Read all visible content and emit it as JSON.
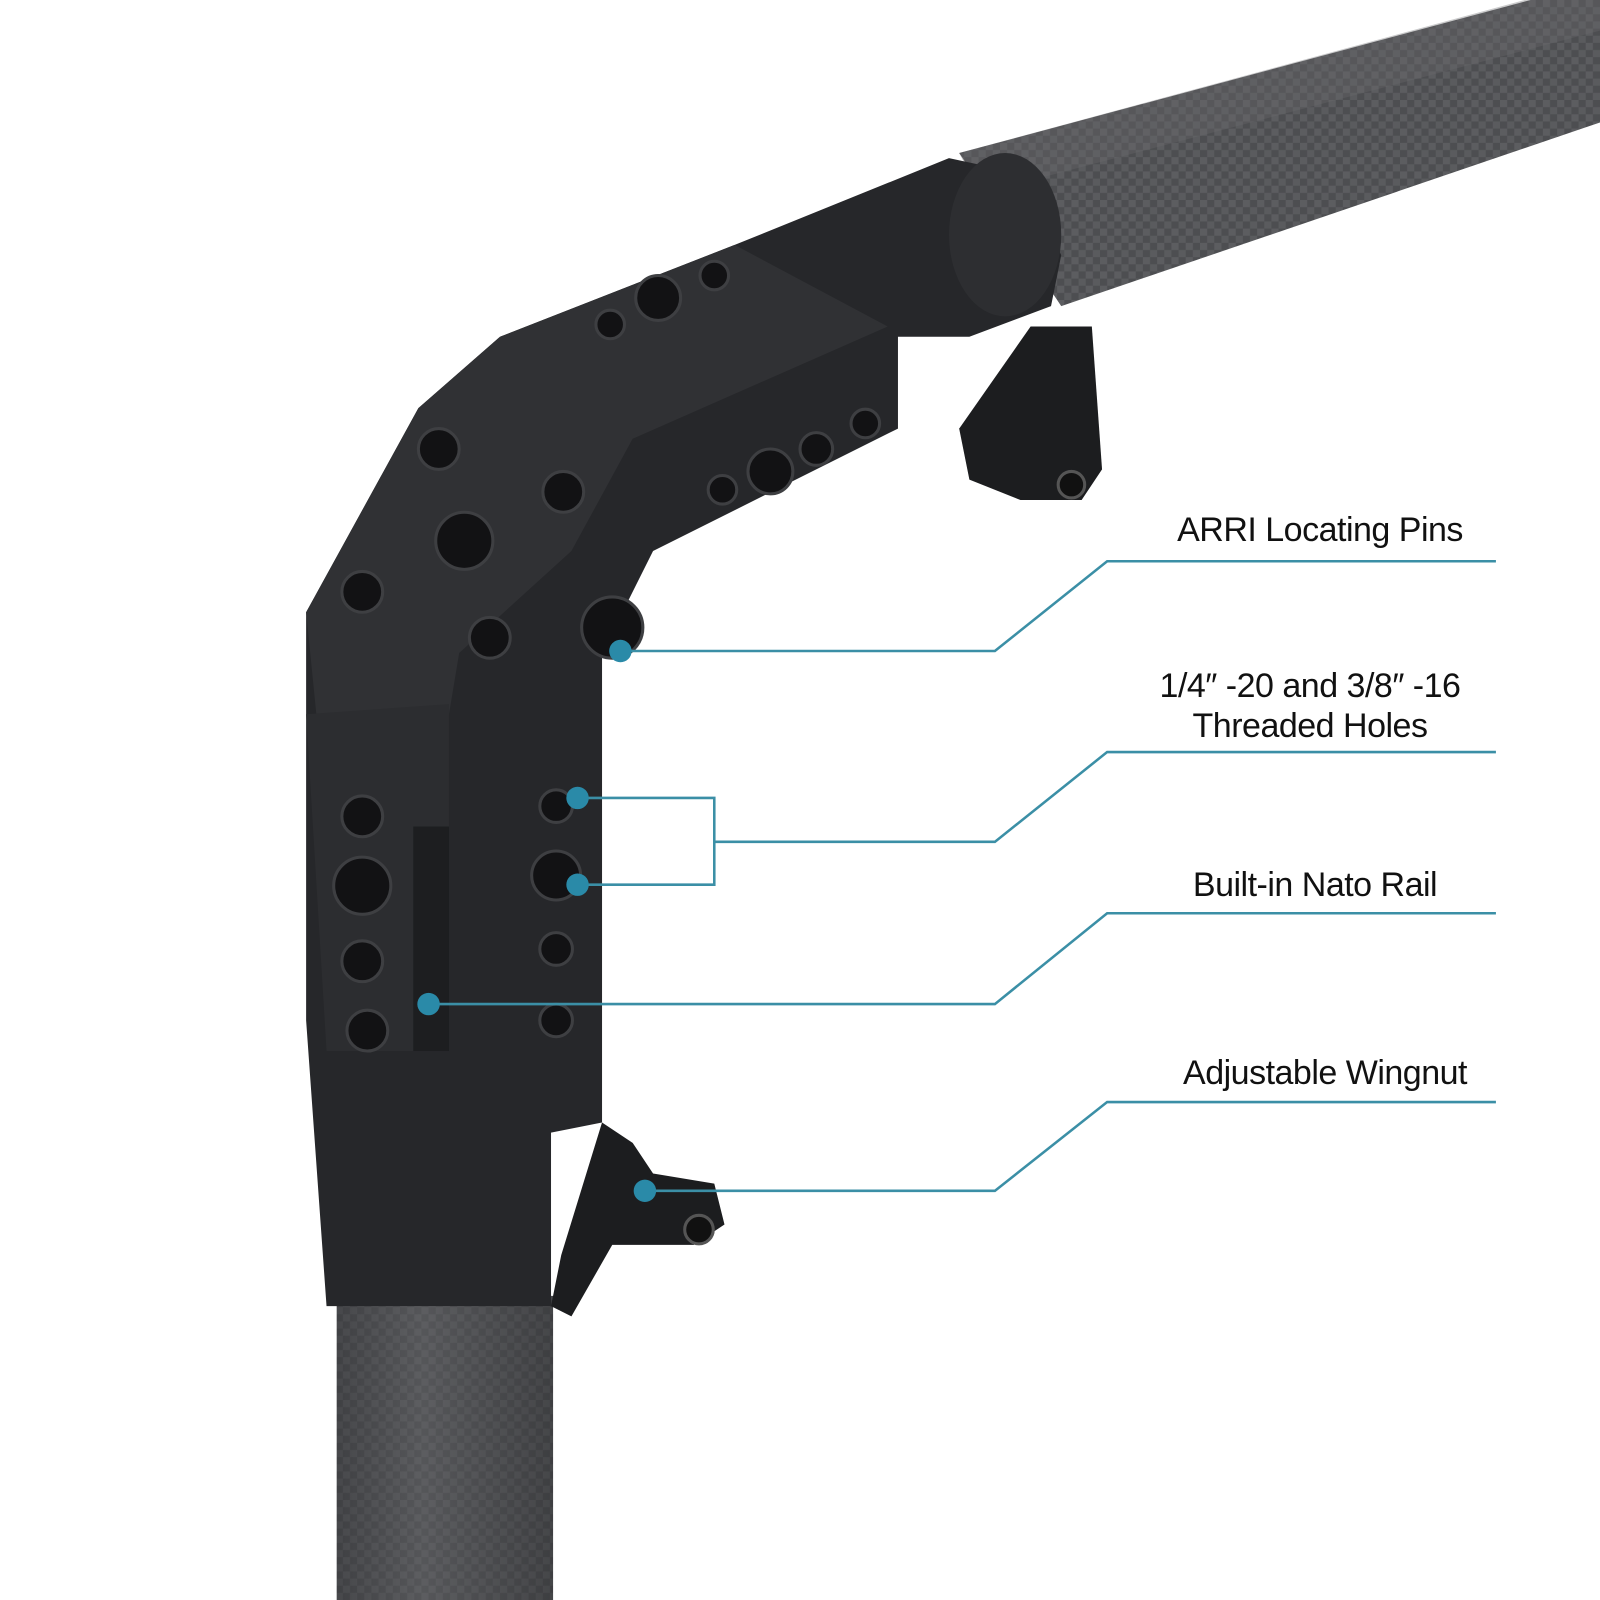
{
  "callouts": [
    {
      "id": "arri",
      "text": "ARRI  Locating Pins"
    },
    {
      "id": "threaded",
      "line1": "1/4″  -20 and 3/8″  -16",
      "line2": "Threaded  Holes"
    },
    {
      "id": "nato",
      "text": "Built-in Nato Rail"
    },
    {
      "id": "wingnut",
      "text": "Adjustable Wingnut"
    }
  ],
  "colors": {
    "callout_line": "#3b8fa6",
    "callout_dot": "#2a8aa8",
    "body": "#26272a",
    "carbon": "#4a4b4e"
  }
}
